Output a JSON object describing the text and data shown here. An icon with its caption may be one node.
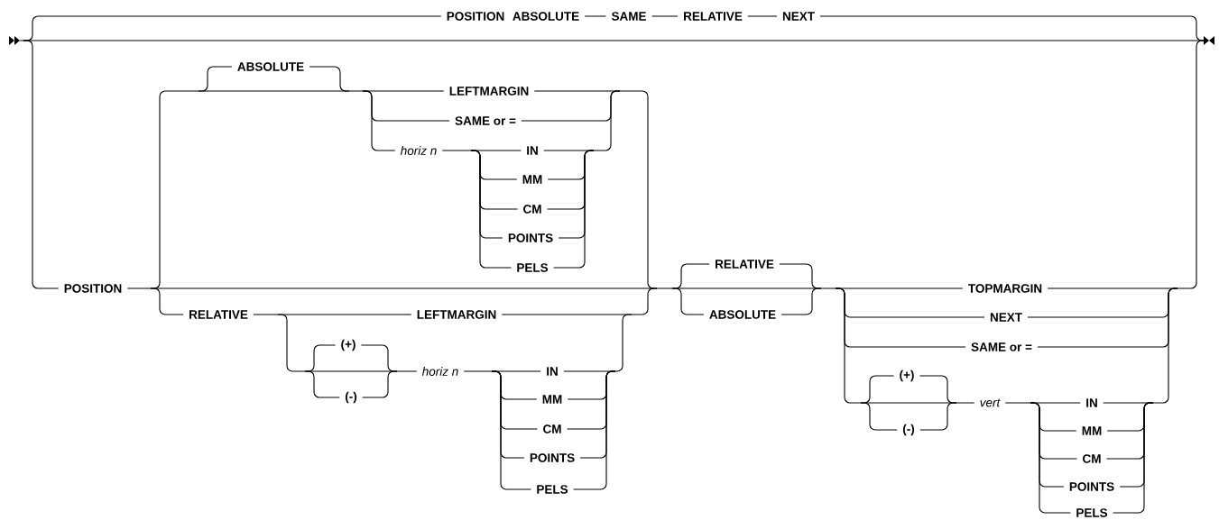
{
  "diagram": {
    "labels": [
      "POSITION",
      "ABSOLUTE",
      "SAME",
      "RELATIVE",
      "NEXT",
      "ABSOLUTE",
      "LEFTMARGIN",
      "SAME or =",
      "horiz n",
      "IN",
      "MM",
      "CM",
      "POINTS",
      "PELS",
      "RELATIVE",
      "POSITION",
      "TOPMARGIN",
      "RELATIVE",
      "LEFTMARGIN",
      "ABSOLUTE",
      "NEXT",
      "(+)",
      "SAME or =",
      "horiz n",
      "IN",
      "(+)",
      "(-)",
      "MM",
      "vert",
      "IN",
      "CM",
      "(-)",
      "MM",
      "POINTS",
      "CM",
      "PELS",
      "POINTS",
      "PELS"
    ]
  }
}
